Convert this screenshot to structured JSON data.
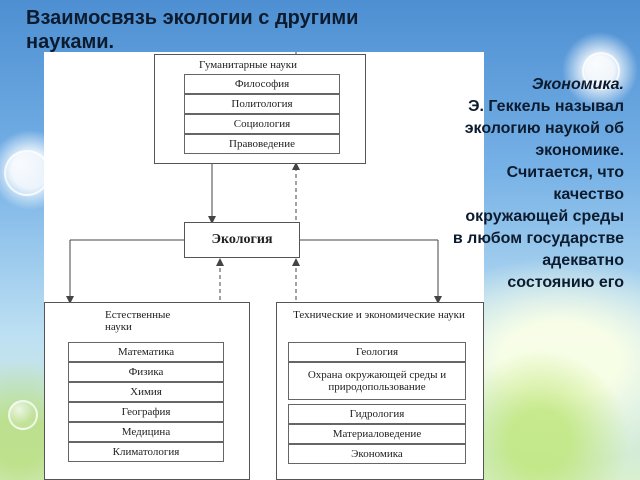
{
  "title": "Взаимосвязь экологии с другими науками.",
  "diagram": {
    "humanities": {
      "heading": "Гуманитарные науки",
      "items": [
        "Философия",
        "Политология",
        "Социология",
        "Правоведение"
      ]
    },
    "ecology": "Экология",
    "natural": {
      "heading": "Естественные науки",
      "items": [
        "Математика",
        "Физика",
        "Химия",
        "География",
        "Медицина",
        "Климатология"
      ]
    },
    "technical": {
      "heading": "Технические и экономические науки",
      "items": [
        "Геология",
        "Охрана окружающей среды и природопользование",
        "Гидрология",
        "Материаловедение",
        "Экономика"
      ]
    }
  },
  "side_text": {
    "lead": "Экономика.",
    "body": "Э. Геккель называл экологию наукой об экономике. Считается, что качество окружающей среды в любом государстве адекватно состоянию его"
  }
}
